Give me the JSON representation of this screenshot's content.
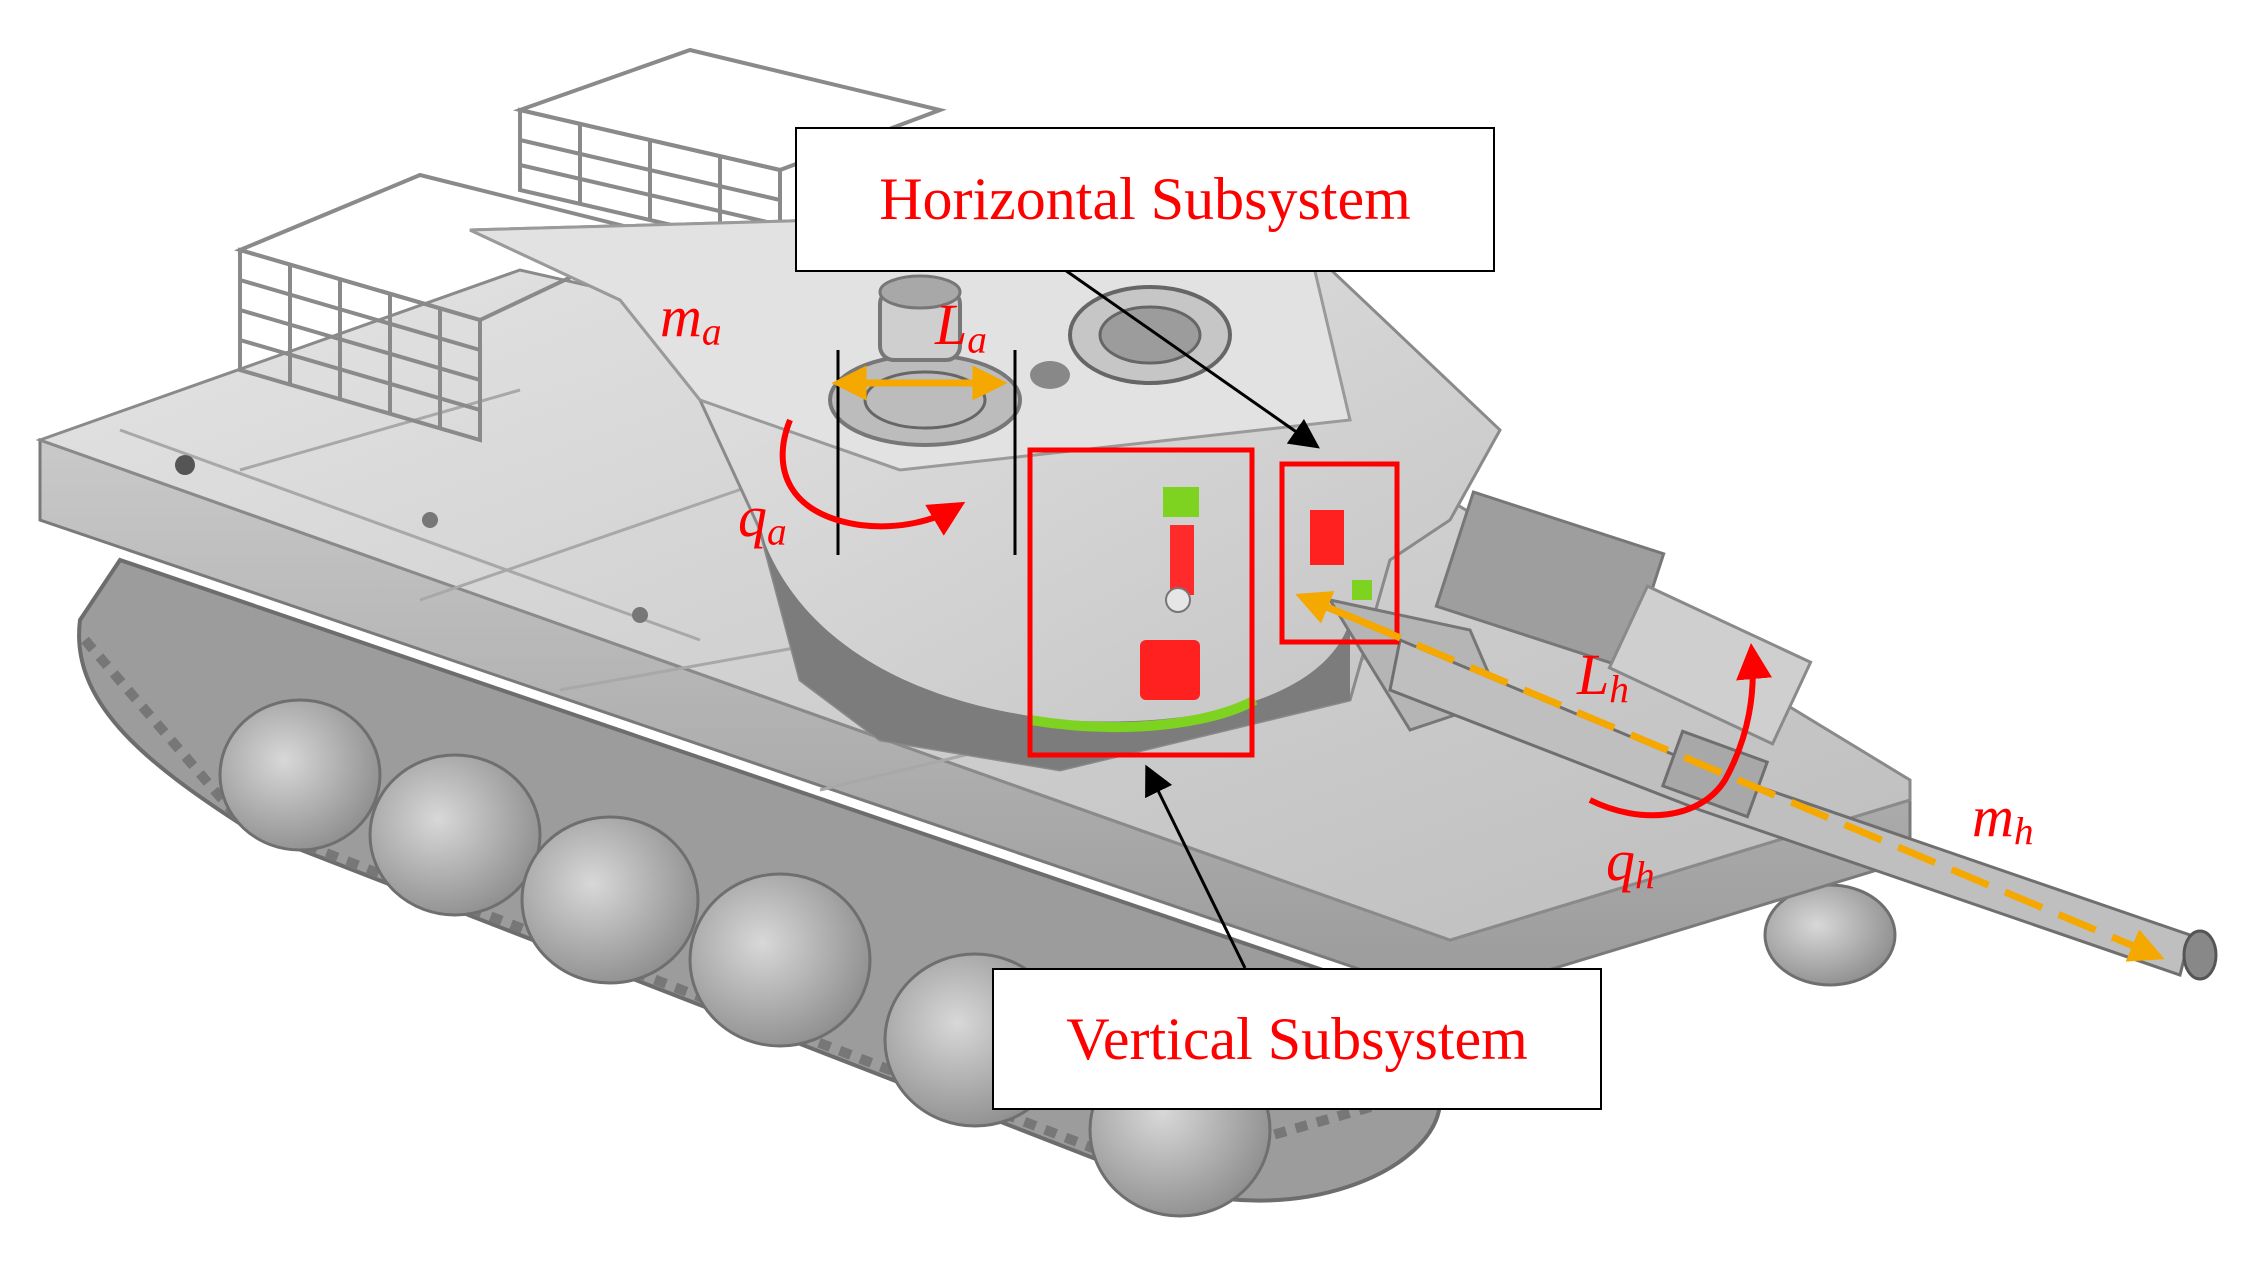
{
  "callouts": {
    "horizontal": "Horizontal Subsystem",
    "vertical": "Vertical Subsystem"
  },
  "symbols": {
    "m_a": {
      "base": "m",
      "sub": "a"
    },
    "L_a": {
      "base": "L",
      "sub": "a"
    },
    "q_a": {
      "base": "q",
      "sub": "a"
    },
    "L_h": {
      "base": "L",
      "sub": "h"
    },
    "q_h": {
      "base": "q",
      "sub": "h"
    },
    "m_h": {
      "base": "m",
      "sub": "h"
    }
  },
  "colors": {
    "annotation_red": "#ff0000",
    "arrow_orange": "#f4a800",
    "highlight_green": "#7ed321",
    "tank_body": "#d4d4d4",
    "tank_shadow": "#8a8a8a",
    "outline_black": "#000000"
  }
}
